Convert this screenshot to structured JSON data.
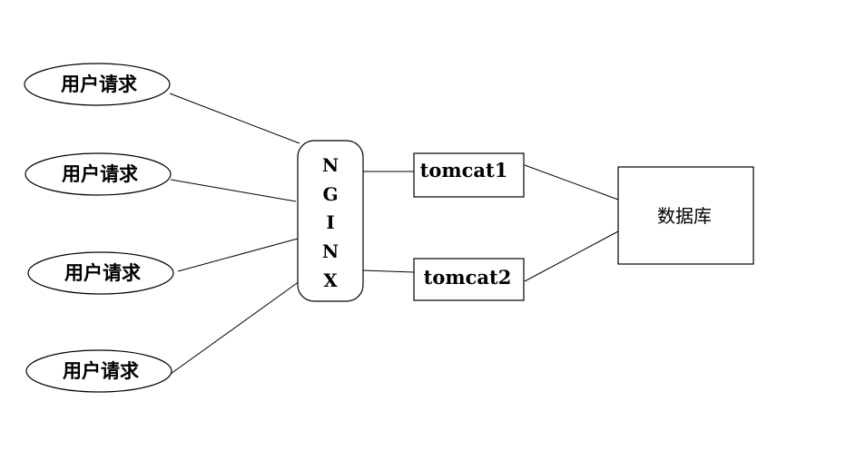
{
  "diagram": {
    "clients": [
      {
        "label": "用户请求"
      },
      {
        "label": "用户请求"
      },
      {
        "label": "用户请求"
      },
      {
        "label": "用户请求"
      }
    ],
    "balancer": {
      "letters": [
        "N",
        "G",
        "I",
        "N",
        "X"
      ]
    },
    "servers": [
      {
        "label": "tomcat1"
      },
      {
        "label": "tomcat2"
      }
    ],
    "database": {
      "label": "数据库"
    }
  }
}
